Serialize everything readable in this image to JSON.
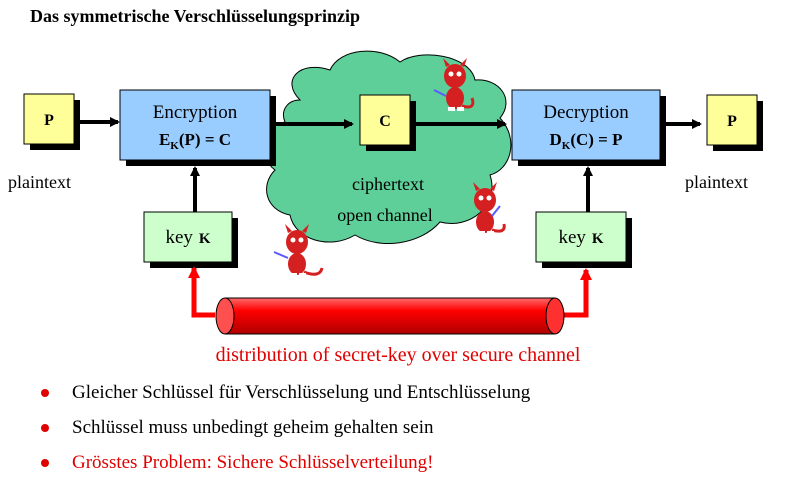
{
  "title": "Das symmetrische Verschlüsselungsprinzip",
  "diagram": {
    "plaintext_left": {
      "symbol": "P",
      "label": "plaintext"
    },
    "encryption": {
      "title": "Encryption",
      "formula_prefix": "E",
      "formula_sub": "K",
      "formula_rest": "(P) = C"
    },
    "ciphertext": {
      "symbol": "C",
      "label_line1": "ciphertext",
      "label_line2": "open channel"
    },
    "decryption": {
      "title": "Decryption",
      "formula_prefix": "D",
      "formula_sub": "K",
      "formula_rest": "(C) = P"
    },
    "plaintext_right": {
      "symbol": "P",
      "label": "plaintext"
    },
    "key_left": {
      "label": "key",
      "symbol": "K"
    },
    "key_right": {
      "label": "key",
      "symbol": "K"
    },
    "secure_channel_caption": "distribution of secret-key over secure channel"
  },
  "bullets": [
    {
      "text": "Gleicher Schlüssel für Verschlüsselung und Entschlüsselung",
      "highlight": false
    },
    {
      "text": "Schlüssel muss unbedingt geheim gehalten sein",
      "highlight": false
    },
    {
      "text": "Grösstes Problem: Sichere Schlüsselverteilung!",
      "highlight": true
    }
  ],
  "colors": {
    "yellow_box": "#ffff99",
    "blue_box": "#99ccff",
    "green_box": "#ccffcc",
    "cloud": "#5fcf9a",
    "pipe": "#ff0000",
    "bullet_red": "#e00000"
  }
}
